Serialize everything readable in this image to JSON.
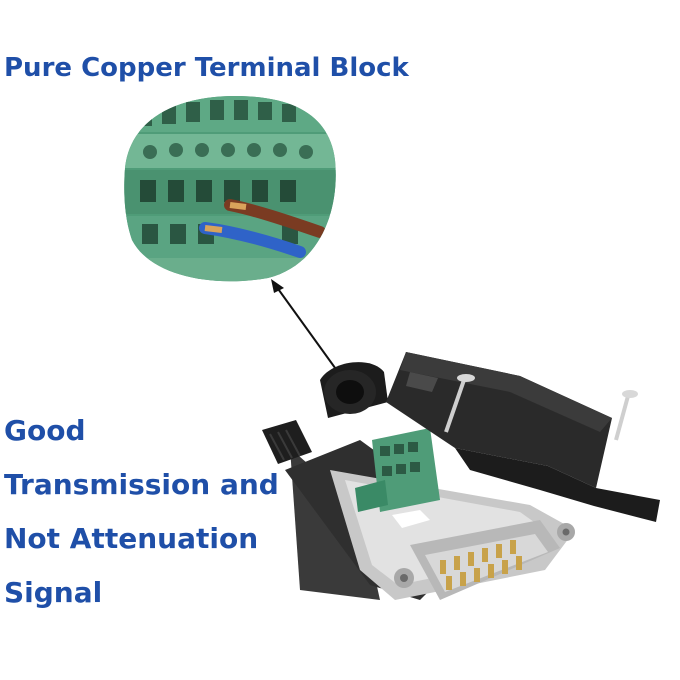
{
  "headline": "Pure Copper Terminal Block",
  "benefit_lines": [
    "Good",
    "Transmission and",
    "Not Attenuation",
    "Signal"
  ],
  "colors": {
    "headline_text": "#1f4fa8",
    "terminal_green": "#4f9c78",
    "housing_black": "#2a2a2a",
    "pin_gold": "#c8a24a"
  },
  "icons": [
    "arrow-icon",
    "screw-icon",
    "wire-icon"
  ]
}
